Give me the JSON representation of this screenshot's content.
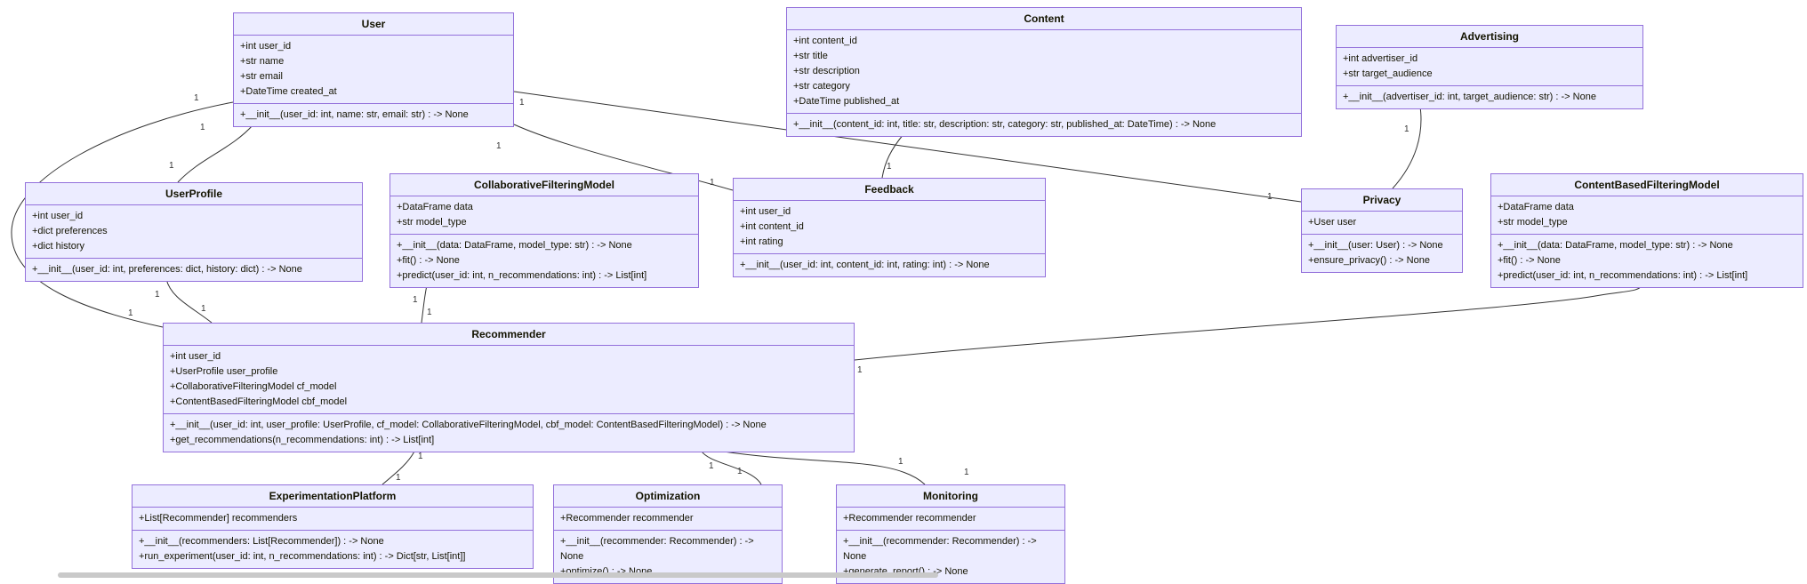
{
  "diagram": {
    "type": "uml-class-diagram",
    "colors": {
      "node_fill": "#ECECFF",
      "node_border": "#9370DB",
      "edge": "#333333",
      "background": "#FFFFFF"
    },
    "classes": [
      {
        "name": "User",
        "attributes": [
          "+int user_id",
          "+str name",
          "+str email",
          "+DateTime created_at"
        ],
        "methods": [
          "+__init__(user_id: int, name: str, email: str) : -> None"
        ]
      },
      {
        "name": "Content",
        "attributes": [
          "+int content_id",
          "+str title",
          "+str description",
          "+str category",
          "+DateTime published_at"
        ],
        "methods": [
          "+__init__(content_id: int, title: str, description: str, category: str, published_at: DateTime) : -> None"
        ]
      },
      {
        "name": "Advertising",
        "attributes": [
          "+int advertiser_id",
          "+str target_audience"
        ],
        "methods": [
          "+__init__(advertiser_id: int, target_audience: str) : -> None"
        ]
      },
      {
        "name": "UserProfile",
        "attributes": [
          "+int user_id",
          "+dict preferences",
          "+dict history"
        ],
        "methods": [
          "+__init__(user_id: int, preferences: dict, history: dict) : -> None"
        ]
      },
      {
        "name": "CollaborativeFilteringModel",
        "attributes": [
          "+DataFrame data",
          "+str model_type"
        ],
        "methods": [
          "+__init__(data: DataFrame, model_type: str) : -> None",
          "+fit() : -> None",
          "+predict(user_id: int, n_recommendations: int) : -> List[int]"
        ]
      },
      {
        "name": "Feedback",
        "attributes": [
          "+int user_id",
          "+int content_id",
          "+int rating"
        ],
        "methods": [
          "+__init__(user_id: int, content_id: int, rating: int) : -> None"
        ]
      },
      {
        "name": "Privacy",
        "attributes": [
          "+User user"
        ],
        "methods": [
          "+__init__(user: User) : -> None",
          "+ensure_privacy() : -> None"
        ]
      },
      {
        "name": "ContentBasedFilteringModel",
        "attributes": [
          "+DataFrame data",
          "+str model_type"
        ],
        "methods": [
          "+__init__(data: DataFrame, model_type: str) : -> None",
          "+fit() : -> None",
          "+predict(user_id: int, n_recommendations: int) : -> List[int]"
        ]
      },
      {
        "name": "Recommender",
        "attributes": [
          "+int user_id",
          "+UserProfile user_profile",
          "+CollaborativeFilteringModel cf_model",
          "+ContentBasedFilteringModel cbf_model"
        ],
        "methods": [
          "+__init__(user_id: int, user_profile: UserProfile, cf_model: CollaborativeFilteringModel, cbf_model: ContentBasedFilteringModel) : -> None",
          "+get_recommendations(n_recommendations: int) : -> List[int]"
        ]
      },
      {
        "name": "ExperimentationPlatform",
        "attributes": [
          "+List[Recommender] recommenders"
        ],
        "methods": [
          "+__init__(recommenders: List[Recommender]) : -> None",
          "+run_experiment(user_id: int, n_recommendations: int) : -> Dict[str, List[int]]"
        ]
      },
      {
        "name": "Optimization",
        "attributes": [
          "+Recommender recommender"
        ],
        "methods": [
          "+__init__(recommender: Recommender) : -> None",
          "+optimize() : -> None"
        ]
      },
      {
        "name": "Monitoring",
        "attributes": [
          "+Recommender recommender"
        ],
        "methods": [
          "+__init__(recommender: Recommender) : -> None",
          "+generate_report() : -> None"
        ]
      }
    ],
    "relationships": [
      {
        "from": "User",
        "to": "UserProfile",
        "from_card": "1",
        "to_card": "1"
      },
      {
        "from": "User",
        "to": "Recommender",
        "from_card": "1",
        "to_card": "1"
      },
      {
        "from": "User",
        "to": "Feedback",
        "from_card": "1",
        "to_card": "1"
      },
      {
        "from": "User",
        "to": "Privacy",
        "from_card": "1",
        "to_card": "1"
      },
      {
        "from": "Content",
        "to": "Feedback",
        "to_card": "1"
      },
      {
        "from": "Advertising",
        "to": "Privacy",
        "from_card": "1"
      },
      {
        "from": "UserProfile",
        "to": "Recommender",
        "from_card": "1",
        "to_card": "1"
      },
      {
        "from": "CollaborativeFilteringModel",
        "to": "Recommender",
        "from_card": "1",
        "to_card": "1"
      },
      {
        "from": "Recommender",
        "to": "ContentBasedFilteringModel",
        "from_card": "1"
      },
      {
        "from": "Recommender",
        "to": "ExperimentationPlatform",
        "from_card": "1",
        "to_card": "1"
      },
      {
        "from": "Recommender",
        "to": "Optimization",
        "from_card": "1",
        "to_card": "1"
      },
      {
        "from": "Recommender",
        "to": "Monitoring",
        "from_card": "1",
        "to_card": "1"
      }
    ]
  }
}
